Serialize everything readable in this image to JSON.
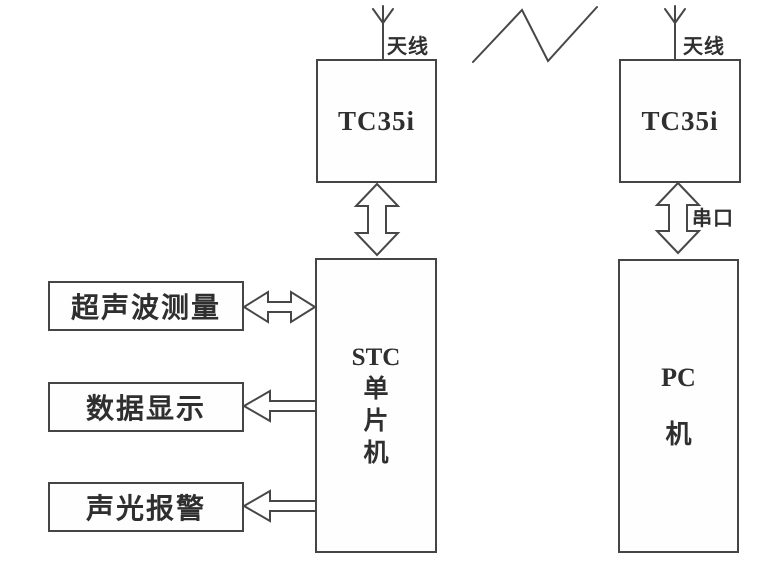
{
  "colors": {
    "background": "#ffffff",
    "line": "#474747",
    "text": "#2f2f2f"
  },
  "modules": {
    "tc35i_left": {
      "label": "TC35i"
    },
    "tc35i_right": {
      "label": "TC35i"
    },
    "stc_mcu": {
      "line1": "STC",
      "line2": "单",
      "line3": "片",
      "line4": "机"
    },
    "pc": {
      "line1": "PC",
      "line2": "机"
    }
  },
  "peripherals": [
    {
      "label": "超声波测量"
    },
    {
      "label": "数据显示"
    },
    {
      "label": "声光报警"
    }
  ],
  "labels": {
    "antenna_left": "天线",
    "antenna_right": "天线",
    "serial_port": "串口"
  },
  "icons": [
    {
      "name": "antenna-icon-left",
      "meaning": "antenna mast with three-prong fork"
    },
    {
      "name": "antenna-icon-right",
      "meaning": "antenna mast with three-prong fork"
    },
    {
      "name": "wireless-link-icon",
      "meaning": "zigzag radio link between antennas"
    }
  ],
  "connectors": [
    {
      "from": "tc35i_left",
      "to": "stc_mcu",
      "type": "hollow-arrow",
      "direction": "bidirectional-vertical"
    },
    {
      "from": "tc35i_right",
      "to": "pc",
      "type": "hollow-arrow",
      "direction": "bidirectional-vertical",
      "label": "串口"
    },
    {
      "from": "stc_mcu",
      "to": "超声波测量",
      "type": "hollow-arrow",
      "direction": "bidirectional-horizontal"
    },
    {
      "from": "stc_mcu",
      "to": "数据显示",
      "type": "hollow-arrow",
      "direction": "left"
    },
    {
      "from": "stc_mcu",
      "to": "声光报警",
      "type": "hollow-arrow",
      "direction": "left"
    }
  ]
}
